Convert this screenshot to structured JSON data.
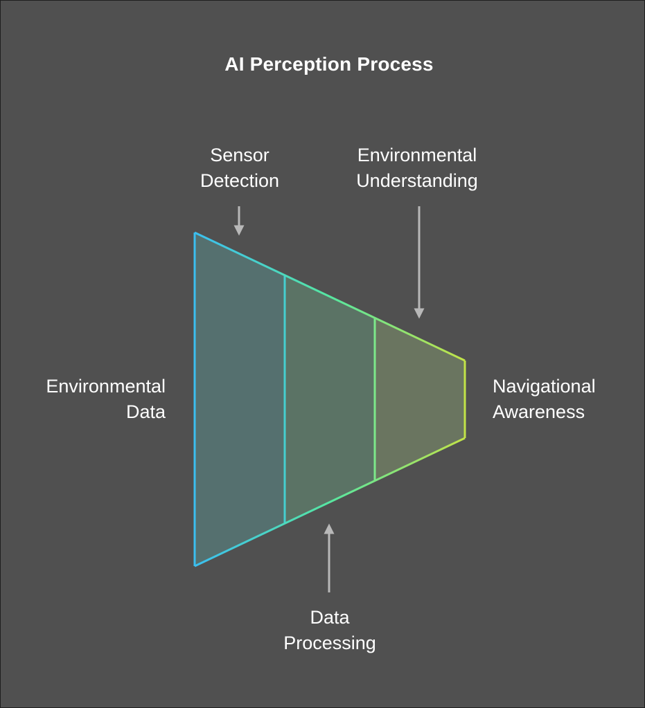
{
  "title": "AI Perception Process",
  "stages": [
    {
      "name": "Sensor Detection",
      "line1": "Sensor",
      "line2": "Detection",
      "color": "#3bbff0"
    },
    {
      "name": "Data Processing",
      "line1": "Data",
      "line2": "Processing",
      "color": "#57e6a1"
    },
    {
      "name": "Environmental Understanding",
      "line1": "Environmental",
      "line2": "Understanding",
      "color": "#b3e54d"
    }
  ],
  "input": {
    "line1": "Environmental",
    "line2": "Data"
  },
  "output": {
    "line1": "Navigational",
    "line2": "Awareness"
  },
  "colors": {
    "background": "#505050",
    "text": "#ffffff",
    "arrow": "#b8b8b8",
    "stage1_fill": "#55706f",
    "stage2_fill": "#5b7365",
    "stage3_fill": "#6a7560"
  }
}
